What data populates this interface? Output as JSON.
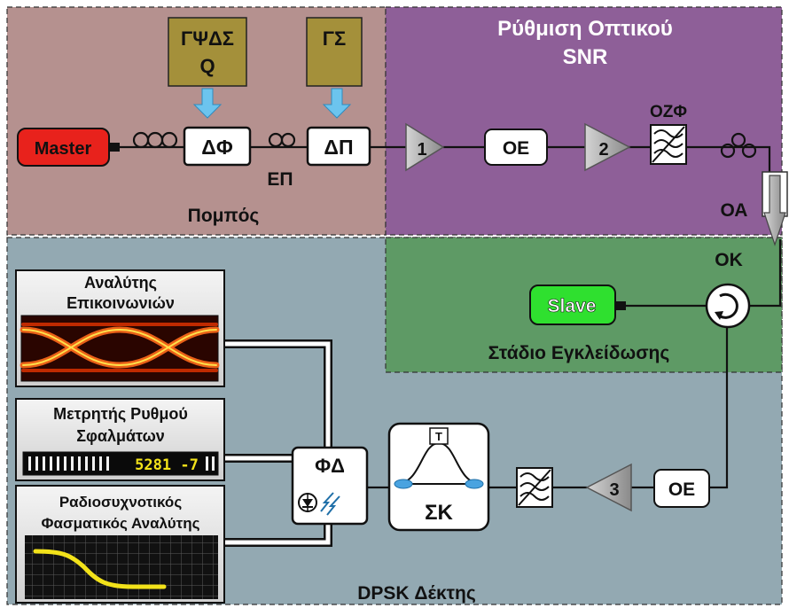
{
  "sections": {
    "transmitter": "Πομπός",
    "snr": [
      "Ρύθμιση Οπτικού",
      "SNR"
    ],
    "locking": "Στάδιο Εγκλείδωσης",
    "receiver": "DPSK Δέκτης"
  },
  "components": {
    "master": "Master",
    "slave": "Slave",
    "prbs": [
      "ΓΨΔΣ",
      "Q"
    ],
    "signal_gen": "ΓΣ",
    "phase_mod": "ΔΦ",
    "amp_mod": "ΔΠ",
    "pc_label": "ΕΠ",
    "amp1": "1",
    "amp2": "2",
    "amp3": "3",
    "attenuator1": "ΟΕ",
    "attenuator2": "ΟΕ",
    "bandpass_filter": "ΟΖΦ",
    "coupler": "ΟΑ",
    "circulator": "ΟΚ",
    "delay_interferometer": "ΣΚ",
    "delay_tag": "T",
    "photodiode": "ΦΔ"
  },
  "instruments": {
    "comm_analyzer": [
      "Αναλύτης",
      "Επικοινωνιών"
    ],
    "ber_tester": [
      "Μετρητής Ρυθμού",
      "Σφαλμάτων"
    ],
    "ber_display": "5281 -7",
    "spectrum_analyzer": [
      "Ραδιοσυχνοτικός",
      "Φασματικός Αναλύτης"
    ]
  },
  "colors": {
    "transmitter_bg": "#b5918f",
    "snr_bg": "#8e5f98",
    "locking_bg": "#5e9a65",
    "receiver_bg": "#93a9b2",
    "master": "#e8221c",
    "slave": "#2fe02f",
    "gen_box": "#a4903a",
    "arrow_blue": "#6cc4ee",
    "trace_yellow": "#f2e21a"
  }
}
